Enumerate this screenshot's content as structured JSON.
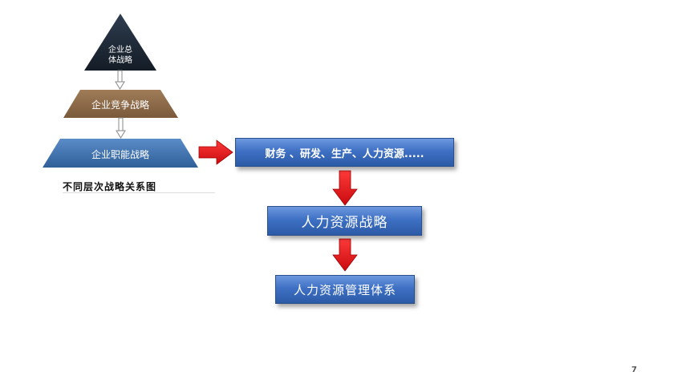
{
  "pyramid": {
    "top": "企业总\n体战略",
    "middle": "企业竞争战略",
    "bottom": "企业职能战略",
    "caption": "不同层次战略关系图"
  },
  "flow": {
    "box1": "财务 、研发、生产、人力资源.....",
    "box2": "人力资源战略",
    "box3": "人力资源管理体系"
  },
  "page_number": "7",
  "colors": {
    "pyramid_top": "#1e2a38",
    "pyramid_middle": "#8c6a48",
    "pyramid_bottom": "#3f6ea8",
    "box_fill": "#3e70c4",
    "arrow_red": "#e8141a"
  }
}
